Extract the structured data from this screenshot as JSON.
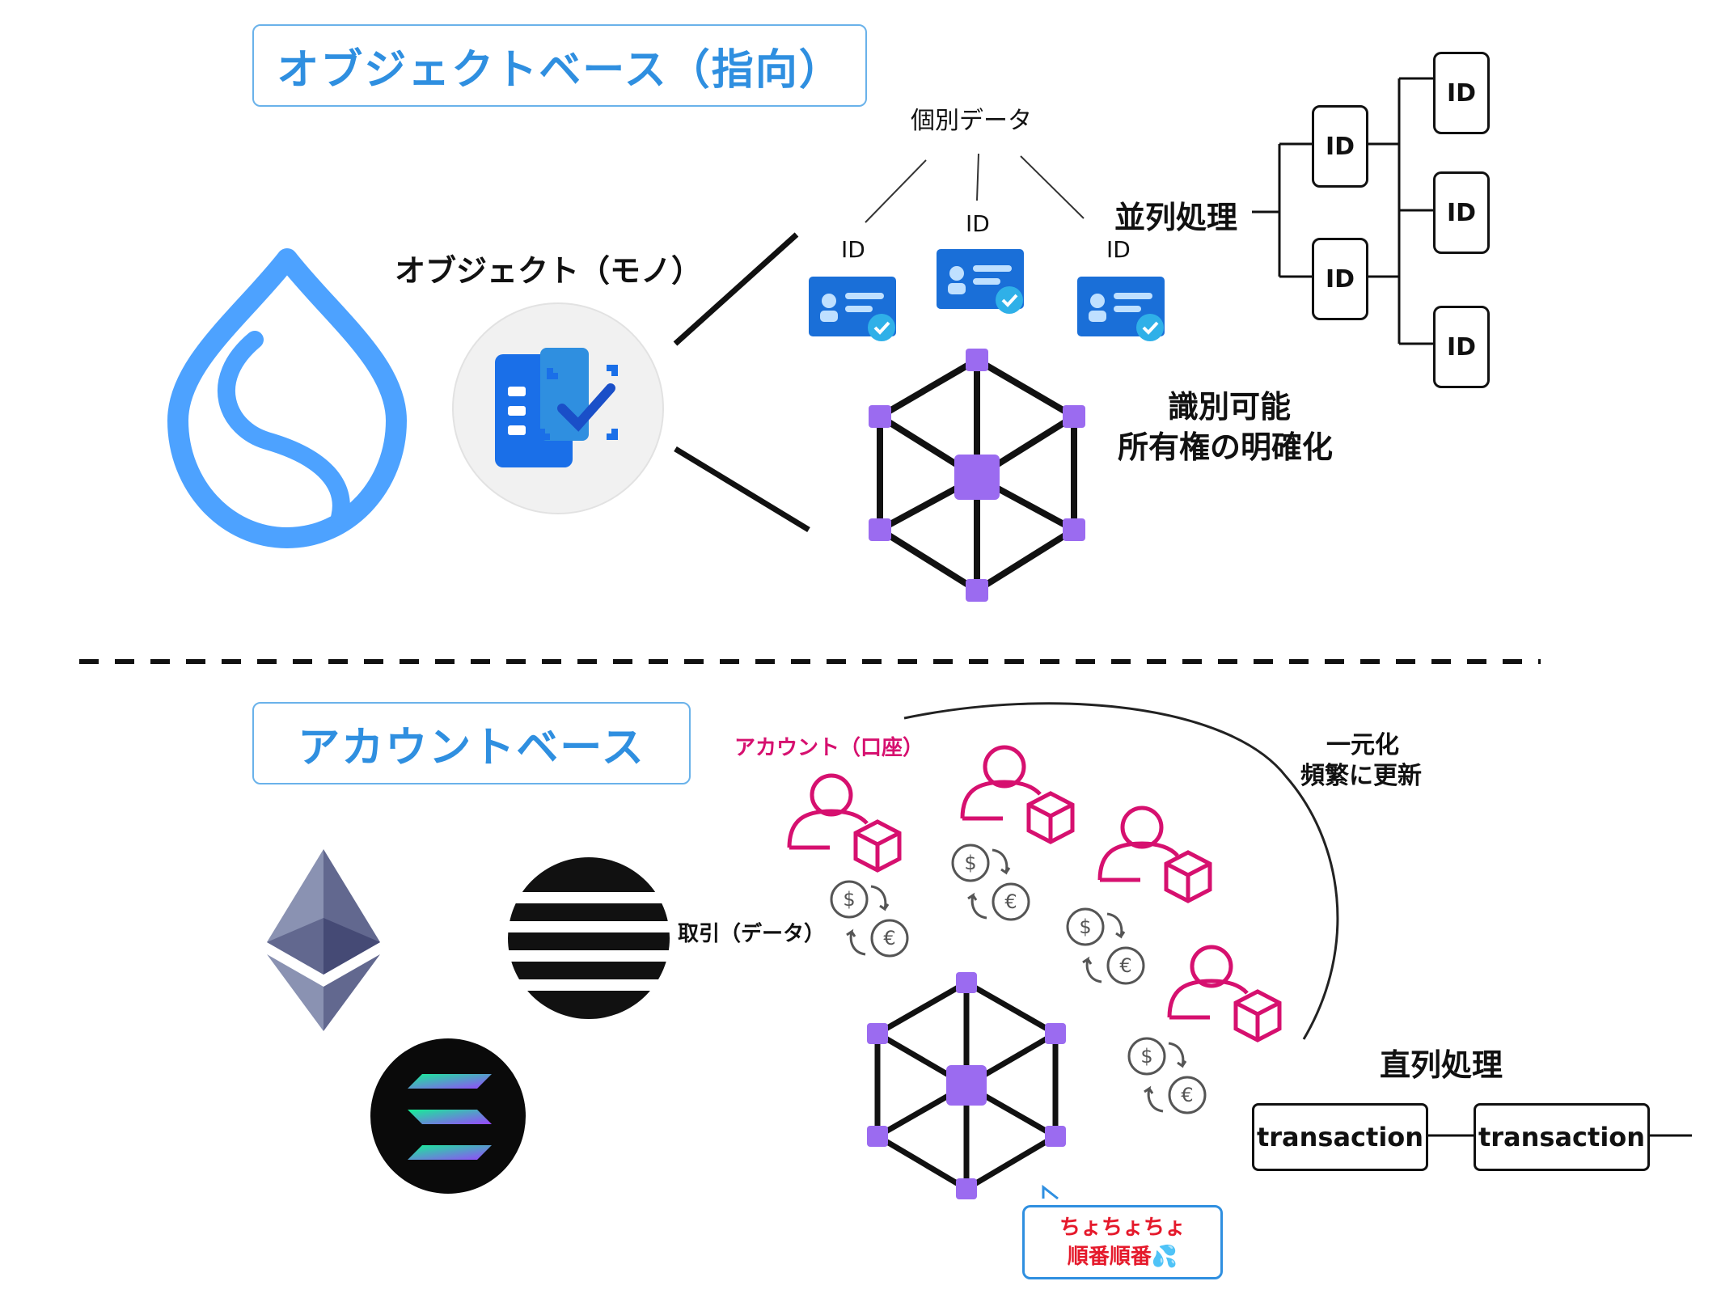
{
  "top": {
    "title": "オブジェクトベース（指向）",
    "object_label": "オブジェクト（モノ）",
    "individual_data": "個別データ",
    "id_label": "ID",
    "parallel_label": "並列処理",
    "identify_line1": "識別可能",
    "identify_line2": "所有権の明確化",
    "tree_ids": [
      "ID",
      "ID",
      "ID",
      "ID",
      "ID"
    ]
  },
  "bottom": {
    "title": "アカウントベース",
    "account_label": "アカウント（口座）",
    "transaction_label": "取引（データ）",
    "unify_line1": "一元化",
    "unify_line2": "頻繁に更新",
    "serial_label": "直列処理",
    "tx_boxes": [
      "transaction",
      "transaction"
    ],
    "bubble_line1": "ちょちょちょ",
    "bubble_line2": "順番順番💦"
  },
  "colors": {
    "title_blue": "#2f8fe0",
    "sui_blue": "#4da2ff",
    "account_pink": "#d6106f",
    "cube_purple": "#9b6bf0"
  }
}
